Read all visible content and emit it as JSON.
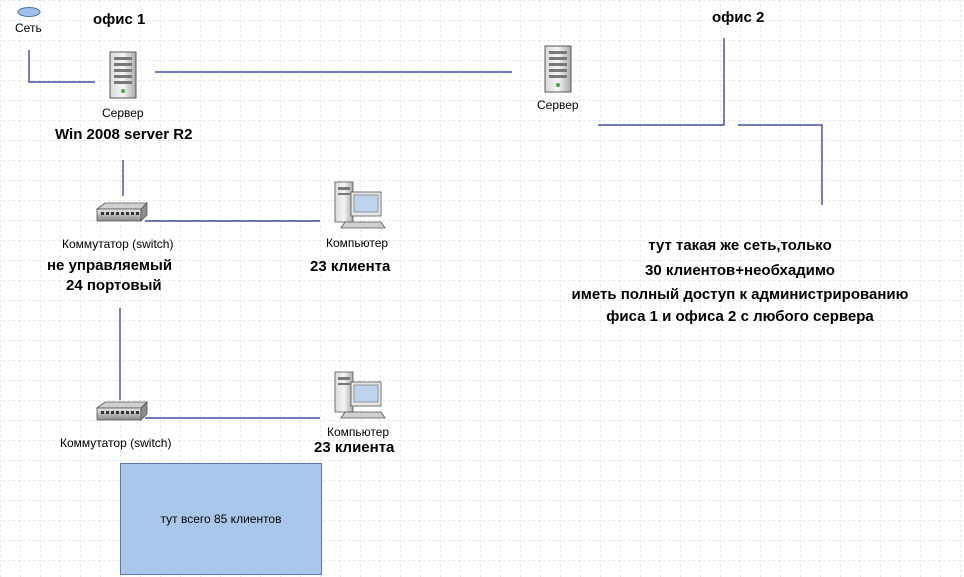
{
  "network_label": "Сеть",
  "office1": {
    "title": "офис 1",
    "server_label": "Сервер",
    "server_os": "Win 2008 server R2",
    "switch1_label": "Коммутатор (switch)",
    "switch1_desc_line1": "не управляемый",
    "switch1_desc_line2": "24 портовый",
    "computer1_label": "Компьютер",
    "computer1_clients": "23 клиента",
    "switch2_label": "Коммутатор (switch)",
    "computer2_label": "Компьютер",
    "computer2_clients": "23 клиента",
    "total_note": "тут всего 85 клиентов"
  },
  "office2": {
    "title": "офис 2",
    "server_label": "Сервер",
    "note_lines": [
      "тут такая же сеть,только",
      "30 клиентов+необхадимо",
      "иметь полный доступ к администрированию",
      "фиса 1 и офиса 2 с любого сервера"
    ]
  },
  "colors": {
    "link_line": "#1f2a8c",
    "note_fill": "#a9c7ea",
    "grid": "#c8c8c8"
  }
}
